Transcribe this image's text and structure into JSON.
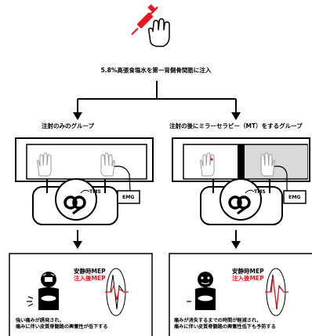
{
  "header": {
    "title": "5.8%高張食塩水を第一背側骨間筋に注入"
  },
  "groups": {
    "left": {
      "title": "注射のみのグループ",
      "tms_label": "TMS",
      "emg_label": "EMG",
      "result_line1": "安静時MEP",
      "result_line2": "注入後MEP",
      "desc_line1": "強い痛みが誘発され，",
      "desc_line2": "痛みに伴い皮質脊髄路の興奮性が低下する"
    },
    "right": {
      "title": "注射の後にミラーセラピー（MT）をするグループ",
      "tms_label": "TMS",
      "emg_label": "EMG",
      "result_line1": "安静時MEP",
      "result_line2": "注入後MEP",
      "desc_line1": "痛みが消失するまでの時間が軽減され，",
      "desc_line2": "痛みに伴い皮質脊髄路の興奮性低下も予防する"
    }
  },
  "colors": {
    "accent_red": "#e8161e",
    "line": "#000000",
    "mirror_bg": "#d9d9d9"
  },
  "icons": [
    "syringe-icon",
    "hand-icon",
    "arrow-icon",
    "face-icon",
    "waveform-icon"
  ]
}
